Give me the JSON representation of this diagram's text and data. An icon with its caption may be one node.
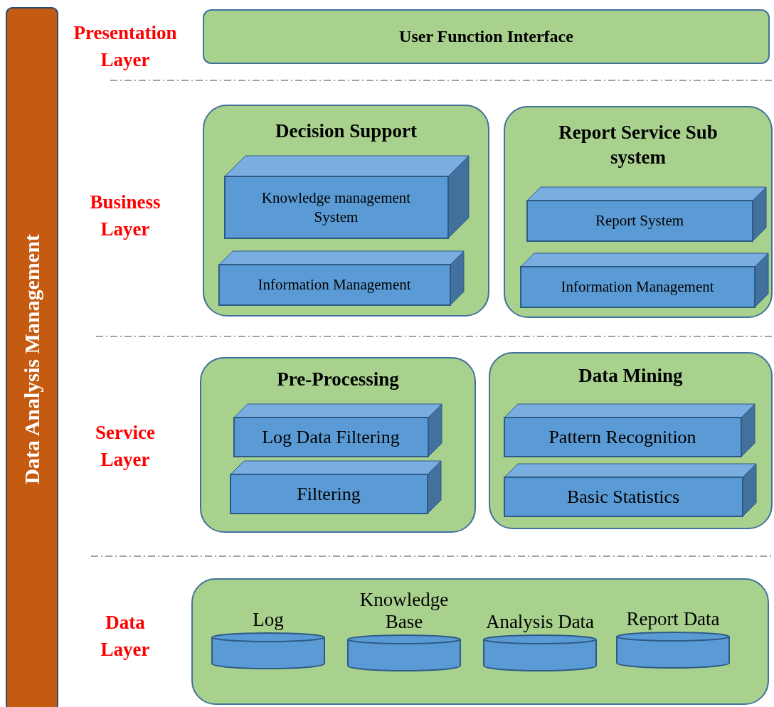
{
  "diagram": {
    "nodes": [
      {
        "text": [
          "Data Analysis Management"
        ]
      },
      {
        "text": [
          "User Function Interface"
        ]
      },
      {
        "text": [
          "Decision Support"
        ]
      },
      {
        "text": [
          "Knowledge management System"
        ],
        "in": 2
      },
      {
        "text": [
          "Information Management"
        ],
        "in": 2
      },
      {
        "text": [
          "Report Service Sub system"
        ]
      },
      {
        "text": [
          "Report System"
        ],
        "in": 5
      },
      {
        "text": [
          "Information Management"
        ],
        "in": 5
      },
      {
        "text": [
          "Pre-Processing"
        ]
      },
      {
        "text": [
          "Log Data Filtering"
        ],
        "in": 8
      },
      {
        "text": [
          "Filtering"
        ],
        "in": 8
      },
      {
        "text": [
          "Data Mining"
        ]
      },
      {
        "text": [
          "Pattern Recognition"
        ],
        "in": 11
      },
      {
        "text": [
          "Basic Statistics"
        ],
        "in": 11
      },
      {
        "text": [],
        "shape": "box"
      },
      {
        "text": [
          "Log"
        ],
        "in": 14
      },
      {
        "text": [
          "Knowledge Base"
        ],
        "in": 14
      },
      {
        "text": [
          "Analysis Data"
        ],
        "in": 14
      },
      {
        "text": [
          "Report Data"
        ],
        "in": 14
      }
    ],
    "edges": [],
    "labels": [
      "Presentation Layer",
      "Business Layer",
      "Service Layer",
      "Data Layer"
    ]
  }
}
